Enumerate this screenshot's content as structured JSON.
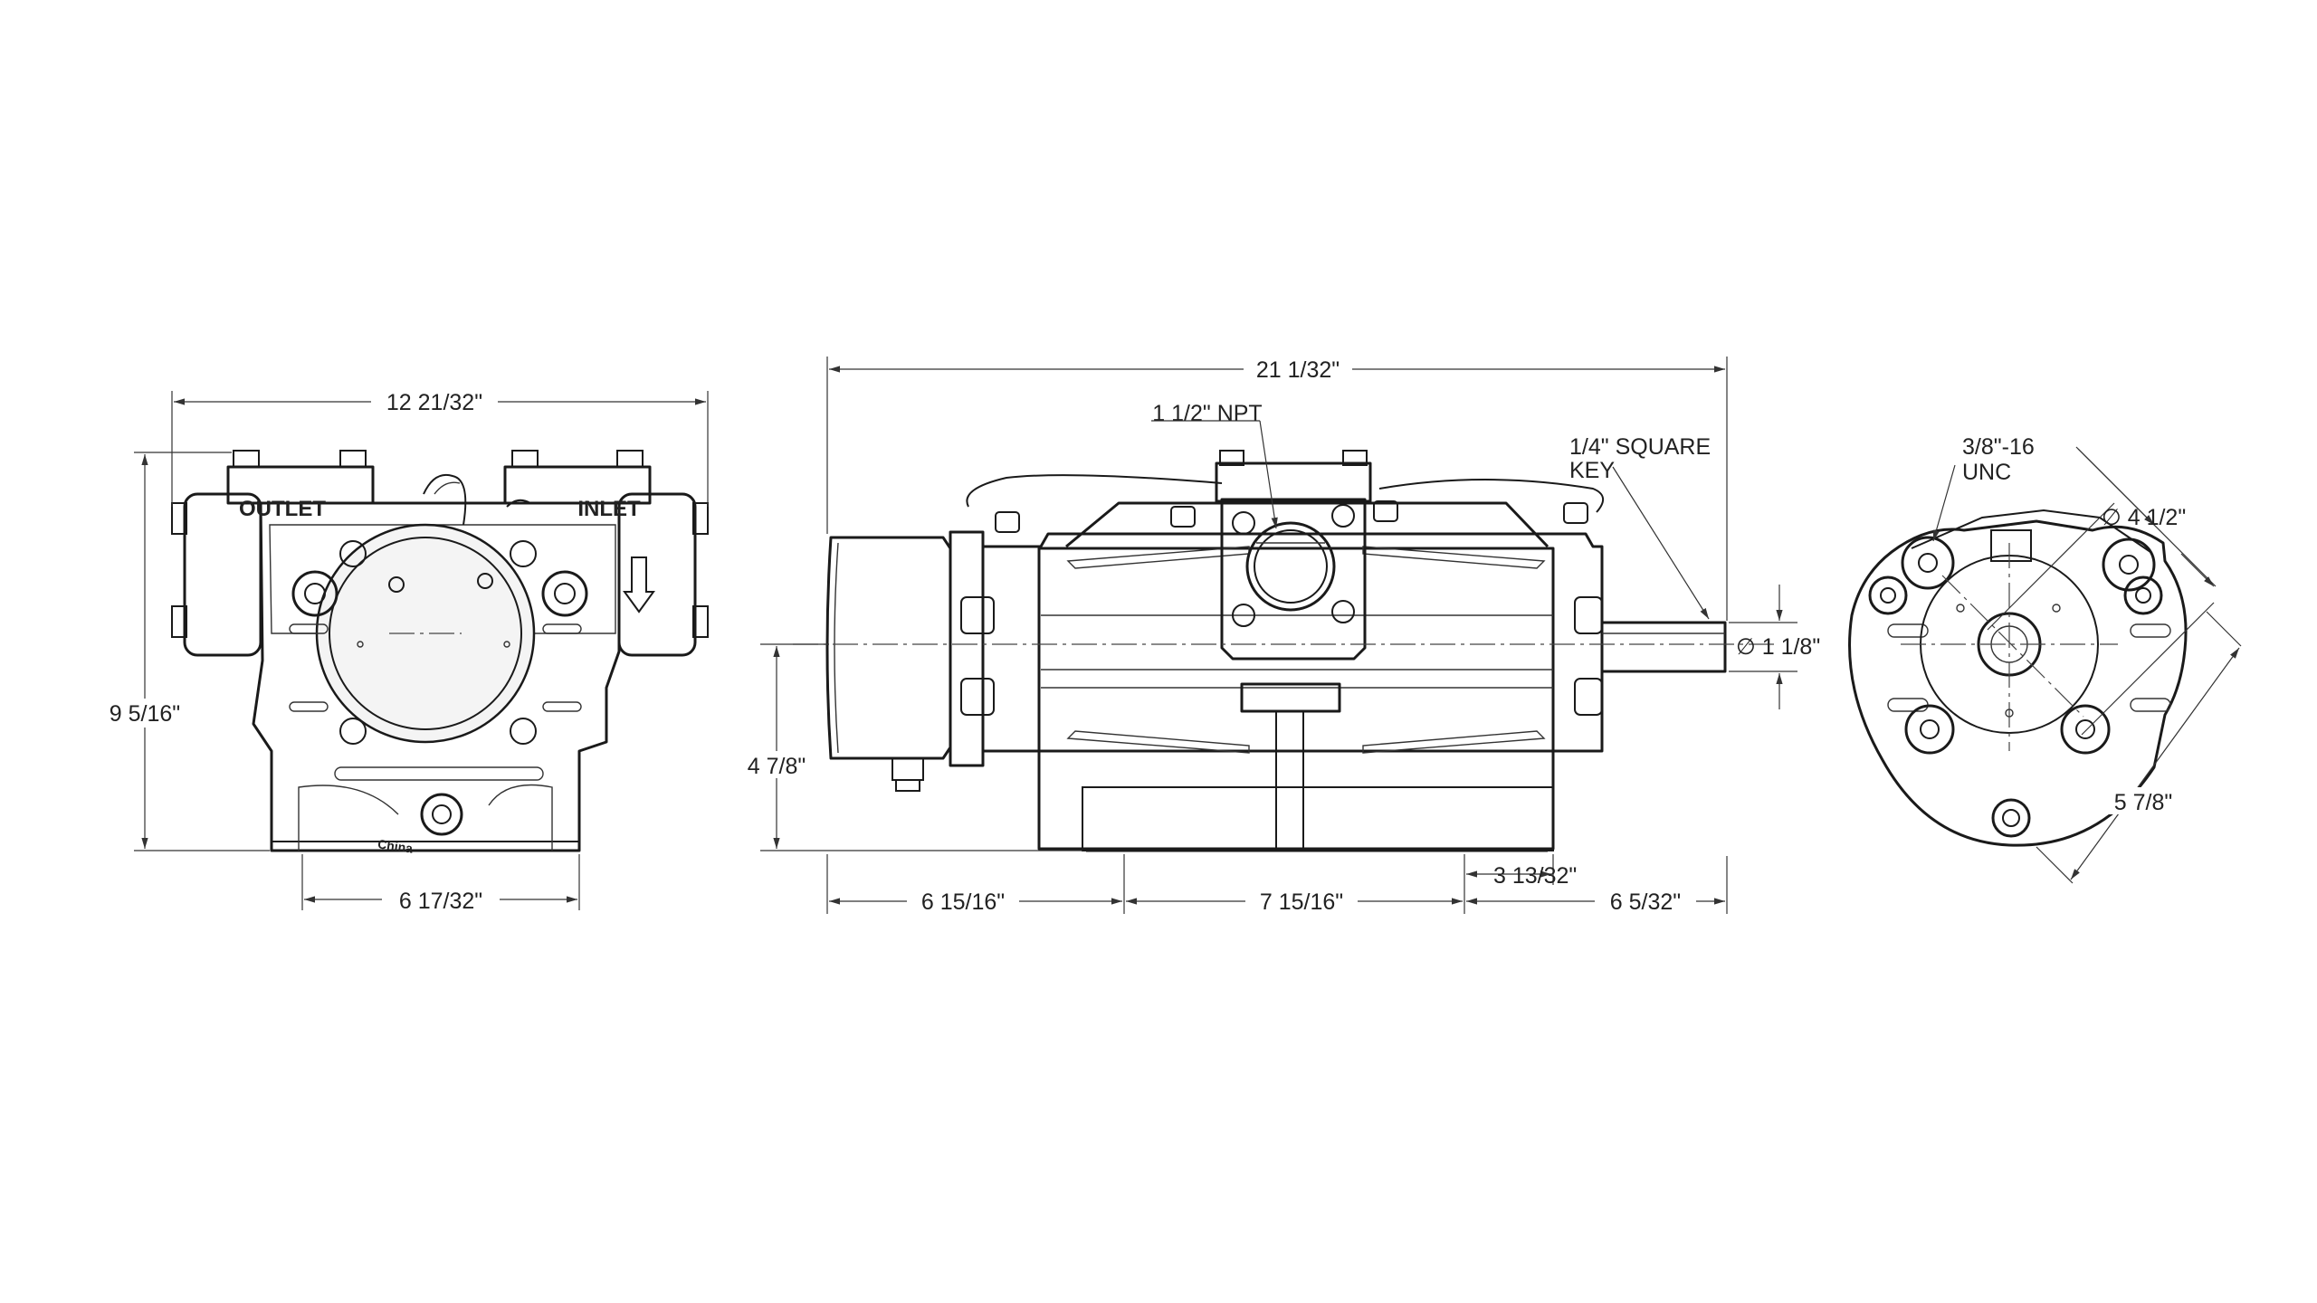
{
  "drawing": {
    "front_view": {
      "port_labels": {
        "outlet": "OUTLET",
        "inlet": "INLET"
      },
      "cast_mark": "China",
      "dim_overall_width": "12 21/32\"",
      "dim_height": "9 5/16\"",
      "dim_foot_width": "6 17/32\""
    },
    "side_view": {
      "dim_overall_length": "21 1/32\"",
      "port_callout": "1 1/2\" NPT",
      "key_callout_line1": "1/4\" SQUARE",
      "key_callout_line2": "KEY",
      "shaft_diameter": "∅ 1 1/8\"",
      "dim_shaft_height": "4 7/8\"",
      "dim_left": "6 15/16\"",
      "dim_middle": "7 15/16\"",
      "dim_foot_to_face": "3 13/32\"",
      "dim_right": "6 5/32\""
    },
    "end_view": {
      "thread_callout_line1": "3/8\"-16",
      "thread_callout_line2": "UNC",
      "bolt_circle_diameter": "∅ 4 1/2\"",
      "dim_diagonal": "5 7/8\""
    }
  }
}
